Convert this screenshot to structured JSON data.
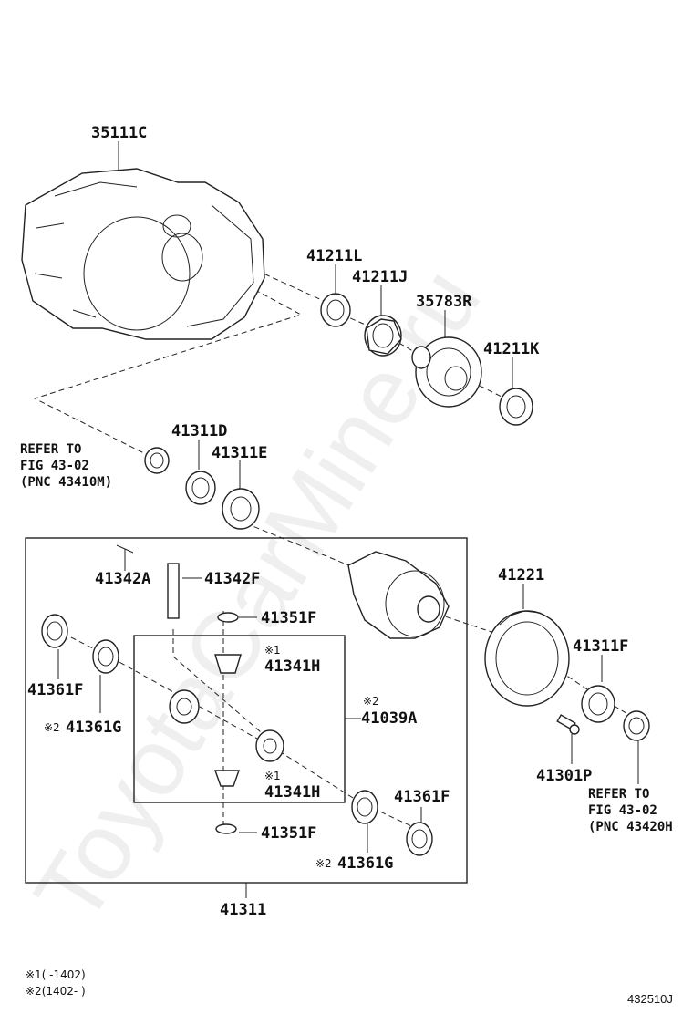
{
  "watermark": "ToyotaCarMine.ru",
  "labels": {
    "p35111C": "35111C",
    "p41211L": "41211L",
    "p41211J": "41211J",
    "p35783R": "35783R",
    "p41211K": "41211K",
    "p41311D": "41311D",
    "p41311E": "41311E",
    "p41342A": "41342A",
    "p41342F": "41342F",
    "p41351F_top": "41351F",
    "p41341H_top": "41341H",
    "p41361F_left": "41361F",
    "p41361G_left": "41361G",
    "p41039A": "41039A",
    "p41341H_bottom": "41341H",
    "p41351F_bottom": "41351F",
    "p41361F_right": "41361F",
    "p41361G_right": "41361G",
    "p41311": "41311",
    "p41221": "41221",
    "p41311F": "41311F",
    "p41301P": "41301P"
  },
  "marks": {
    "m1_top": "※1",
    "m2_box": "※2",
    "m2_left": "※2",
    "m1_bottom": "※1",
    "m2_right": "※2"
  },
  "references": {
    "left": [
      "REFER TO",
      "FIG 43-02",
      "(PNC 43410M)"
    ],
    "right": [
      "REFER TO",
      "FIG 43-02",
      "(PNC 43420H"
    ]
  },
  "footnotes": [
    "※1(   -1402)",
    "※2(1402-    )"
  ],
  "figure_code": "432510J"
}
